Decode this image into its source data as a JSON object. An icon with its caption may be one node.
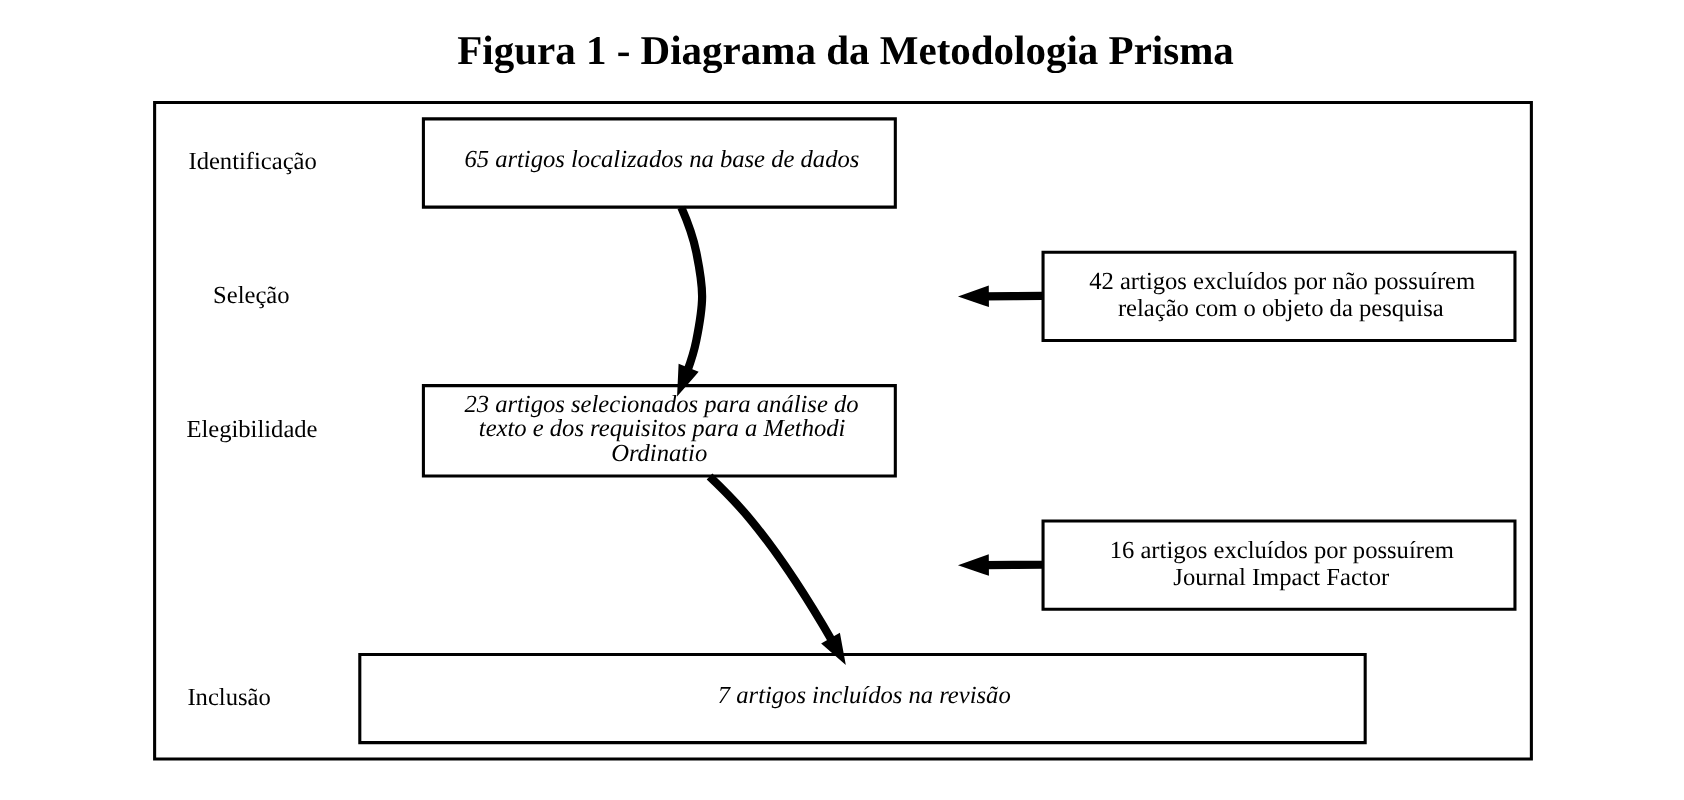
{
  "diagram": {
    "title": "Figura 1 - Diagrama da Metodologia Prisma",
    "nodes": [
      {
        "text": [],
        "shape": "box"
      },
      {
        "text": [
          "65 artigos localizados na base de dados"
        ],
        "in": 0
      },
      {
        "text": [
          "42 artigos excluídos por não possuírem relação com o objeto da pesquisa"
        ],
        "in": 0
      },
      {
        "text": [
          "23 artigos selecionados para análise do texto e dos requisitos para a Methodi Ordinatio"
        ],
        "in": 0
      },
      {
        "text": [
          "16 artigos excluídos por possuírem Journal Impact Factor"
        ],
        "in": 0
      },
      {
        "text": [
          "7 artigos incluídos na revisão"
        ],
        "in": 0
      }
    ],
    "edges": [
      {
        "from": 1,
        "to": 3,
        "arrow": "to"
      },
      {
        "from": 2,
        "to": null,
        "arrow": "to"
      },
      {
        "from": 3,
        "to": 5,
        "arrow": "to"
      },
      {
        "from": 4,
        "to": null,
        "arrow": "to"
      }
    ],
    "labels": [
      "Identificação",
      "Seleção",
      "Elegibilidade",
      "Inclusão"
    ]
  }
}
